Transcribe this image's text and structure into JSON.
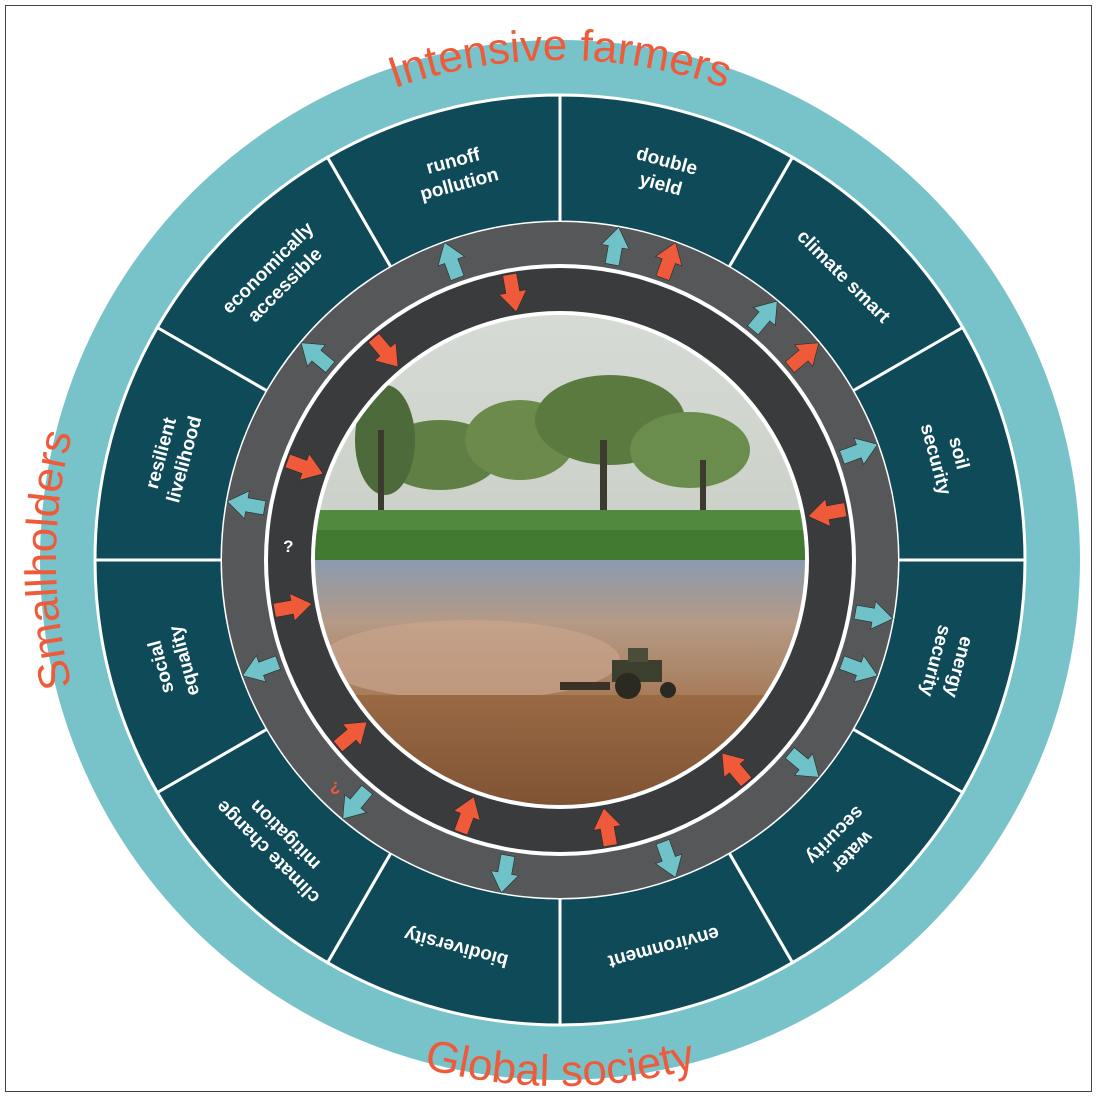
{
  "colors": {
    "outer_ring": "#78c3c9",
    "segment": "#0f4a58",
    "segment_border": "#ffffff",
    "gray_ring": "#555759",
    "dark_ring": "#3a3b3d",
    "outward_arrow": "#6fc2c8",
    "inward_arrow": "#ee5a3a",
    "label": "#ee5a3a"
  },
  "stakeholders": {
    "top": "Intensive farmers",
    "left": "Smallholders",
    "bottom": "Global society"
  },
  "segments": [
    {
      "id": "double-yield",
      "lines": [
        "double",
        "yield"
      ],
      "outward": true,
      "inward": "out"
    },
    {
      "id": "climate-smart",
      "lines": [
        "climate smart"
      ],
      "outward": true,
      "inward": "out"
    },
    {
      "id": "soil-security",
      "lines": [
        "soil",
        "security"
      ],
      "outward": true,
      "inward": "in"
    },
    {
      "id": "energy-security",
      "lines": [
        "energy",
        "security"
      ],
      "outward": true,
      "inward": "none"
    },
    {
      "id": "water-security",
      "lines": [
        "water",
        "security"
      ],
      "outward": true,
      "inward": "in"
    },
    {
      "id": "environment",
      "lines": [
        "environment"
      ],
      "outward": true,
      "inward": "in"
    },
    {
      "id": "biodiversity",
      "lines": [
        "biodiversity"
      ],
      "outward": true,
      "inward": "in"
    },
    {
      "id": "climate-change-mitigation",
      "lines": [
        "climate change",
        "mitigation"
      ],
      "outward": true,
      "inward": "in"
    },
    {
      "id": "social-equality",
      "lines": [
        "social",
        "equality"
      ],
      "outward": true,
      "inward": "in"
    },
    {
      "id": "resilient-livelihood",
      "lines": [
        "resilient",
        "livelihood"
      ],
      "outward": true,
      "inward": "in"
    },
    {
      "id": "economically-accessible",
      "lines": [
        "economically",
        "accessible"
      ],
      "outward": true,
      "inward": "in"
    },
    {
      "id": "runoff-pollution",
      "lines": [
        "runoff",
        "pollution"
      ],
      "outward": true,
      "inward": "in"
    }
  ],
  "question_marks": [
    "?",
    "¿"
  ],
  "photos": {
    "top": "savanna-trees-photo",
    "bottom": "tractor-dust-photo"
  }
}
